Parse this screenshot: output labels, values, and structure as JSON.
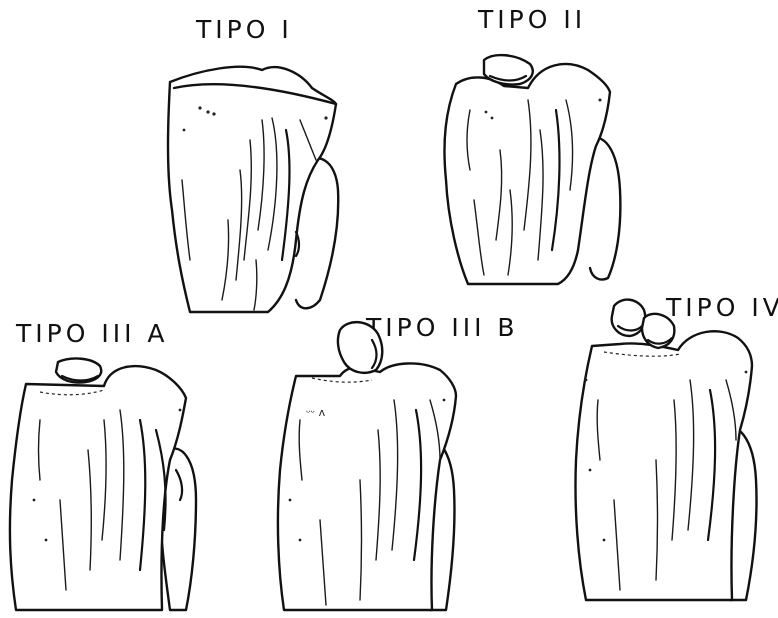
{
  "figure": {
    "panels": [
      {
        "id": "tipo-i",
        "label": "TIPO I"
      },
      {
        "id": "tipo-ii",
        "label": "TIPO II"
      },
      {
        "id": "tipo-iii-a",
        "label": "TIPO III A"
      },
      {
        "id": "tipo-iii-b",
        "label": "TIPO III B"
      },
      {
        "id": "tipo-iv",
        "label": "TIPO IV"
      }
    ]
  }
}
